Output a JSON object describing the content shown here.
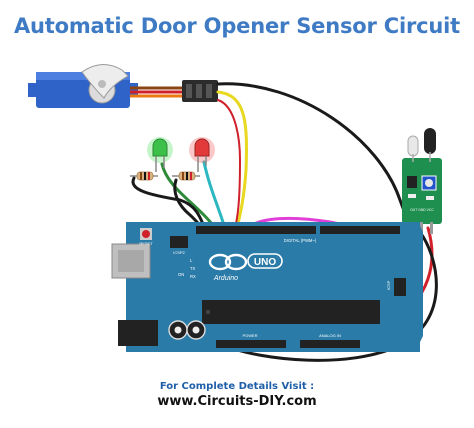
{
  "header": {
    "title": "Automatic Door Opener Sensor Circuit"
  },
  "board": {
    "logo_text": "UNO",
    "brand_text": "Arduino",
    "reset_label": "RESET",
    "icsp_label": "ICSP",
    "icsp2_label": "ICSP2",
    "digital_label": "DIGITAL (PWM~)",
    "tx_label": "TX",
    "rx_label": "RX",
    "l_label": "L",
    "on_label": "ON",
    "analog_label": "ANALOG IN",
    "power_label": "POWER"
  },
  "sensor": {
    "chip_label": "OUT GND VCC"
  },
  "footer": {
    "details_text": "For Complete Details Visit :",
    "site_text": "www.Circuits-DIY.com"
  },
  "colors": {
    "title": "#3E7BC4",
    "board": "#2A7BA8",
    "sensor_board": "#1E8F4E",
    "wire_red": "#D0202A",
    "wire_black": "#1A1A1A",
    "wire_yellow": "#E8D820",
    "wire_magenta": "#E040D8",
    "wire_green": "#2E8B3A",
    "wire_cyan": "#2BB7C0"
  }
}
